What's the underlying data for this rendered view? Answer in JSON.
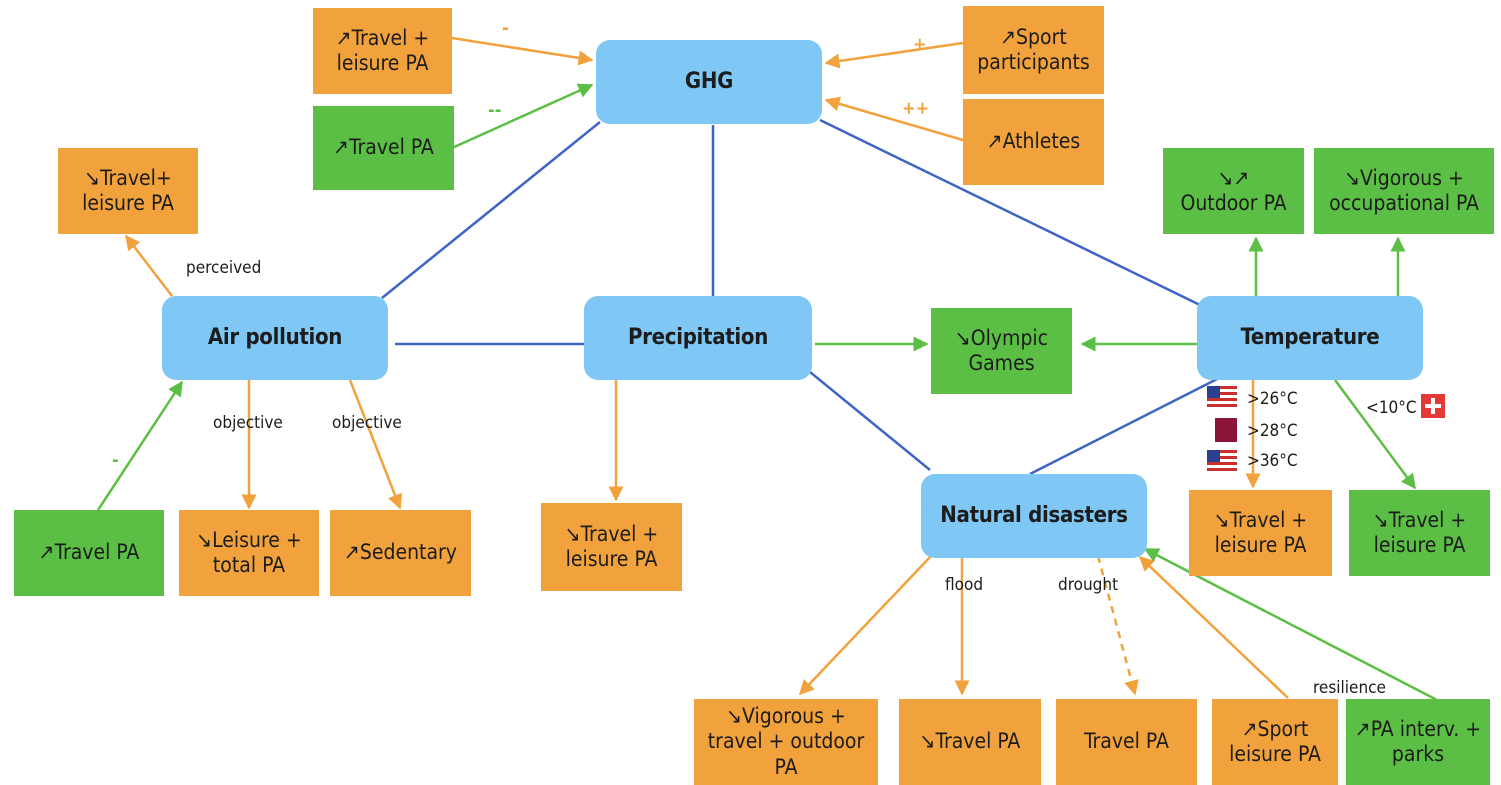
{
  "colors": {
    "blue_line": "#3f63c7",
    "orange": "#f2a23c",
    "green": "#5bbf45",
    "hub": "#7fc8f5"
  },
  "hubs": {
    "ghg": "GHG",
    "air_pollution": "Air pollution",
    "precipitation": "Precipitation",
    "temperature": "Temperature",
    "natural_disasters": "Natural disasters"
  },
  "nodes": {
    "ghg_travel_leisure": "↗Travel +\nleisure PA",
    "ghg_travel_pa": "↗Travel PA",
    "ghg_sport": "↗Sport\nparticipants",
    "ghg_athletes": "↗Athletes",
    "air_perceived": "↘Travel+\nleisure PA",
    "air_travel_pa": "↗Travel PA",
    "air_leisure_total": "↘Leisure +\ntotal PA",
    "air_sedentary": "↗Sedentary",
    "precip_travel_leisure": "↘Travel +\nleisure PA",
    "olympic": "↘Olympic\nGames",
    "temp_outdoor": "↘↗\nOutdoor PA",
    "temp_vigorous": "↘Vigorous +\noccupational PA",
    "temp_hot_travel": "↘Travel +\nleisure PA",
    "temp_cold_travel": "↘Travel +\nleisure PA",
    "nd_vigorous": "↘Vigorous +\ntravel + outdoor\nPA",
    "nd_flood_travel": "↘Travel PA",
    "nd_drought_travel": "Travel PA",
    "nd_sport": "↗Sport\nleisure PA",
    "nd_pa_interv": "↗PA interv. +\nparks"
  },
  "edge_labels": {
    "minus_1": "-",
    "minus_2": "--",
    "plus_1": "+",
    "plus_2": "++",
    "perceived": "perceived",
    "objective_1": "objective",
    "objective_2": "objective",
    "minus_air": "-",
    "flood": "flood",
    "drought": "drought",
    "resilience": "resilience"
  },
  "thresholds": {
    "us_26": ">26°C",
    "qa_28": ">28°C",
    "us_36": ">36°C",
    "ch_10": "<10°C"
  },
  "flags": {
    "us": "us-flag-icon",
    "qa": "qatar-flag-icon",
    "ch": "switzerland-flag-icon"
  }
}
